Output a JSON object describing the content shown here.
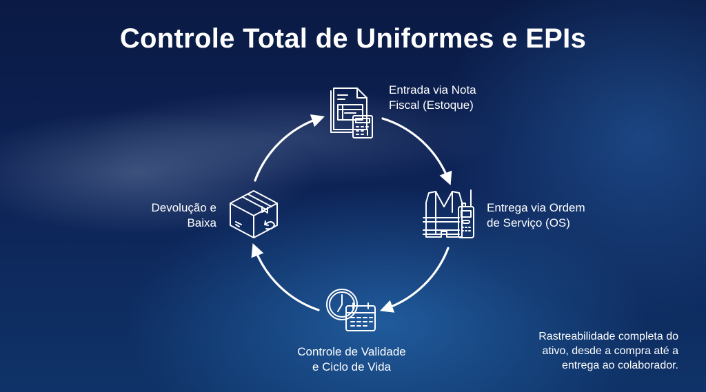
{
  "title": "Controle Total de Uniformes e EPIs",
  "steps": [
    {
      "line1": "Entrada via Nota",
      "line2": "Fiscal (Estoque)",
      "icon": "invoice-calculator-icon"
    },
    {
      "line1": "Entrega via Ordem",
      "line2": "de Serviço (OS)",
      "icon": "safety-vest-radio-icon"
    },
    {
      "line1": "Controle de Validade",
      "line2": "e Ciclo de Vida",
      "icon": "clock-calendar-icon"
    },
    {
      "line1": "Devolução e",
      "line2": "Baixa",
      "icon": "return-box-icon"
    }
  ],
  "footnote": {
    "line1": "Rastreabilidade completa do",
    "line2": "ativo, desde a compra até a",
    "line3": "entrega ao colaborador."
  }
}
